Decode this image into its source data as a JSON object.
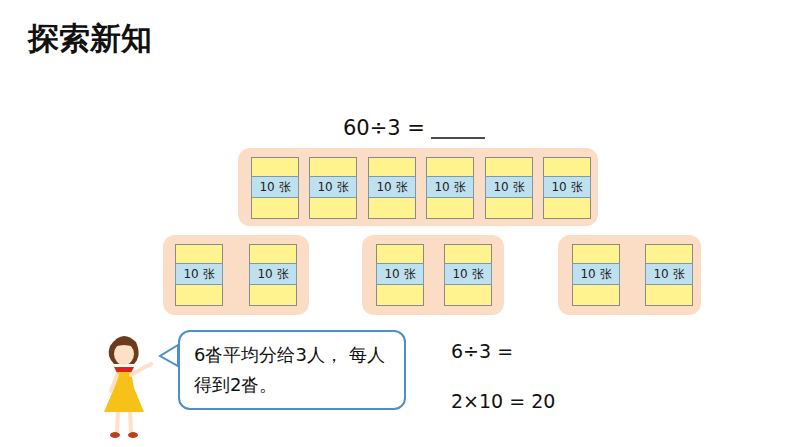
{
  "diagram": {
    "title": "探索新知",
    "nodes": [
      {
        "text": []
      },
      {
        "text": [
          "10 张"
        ],
        "in": 0
      },
      {
        "text": [
          "10 张"
        ],
        "in": 0
      },
      {
        "text": [
          "10 张"
        ],
        "in": 0
      },
      {
        "text": [
          "10 张"
        ],
        "in": 0
      },
      {
        "text": [
          "10 张"
        ],
        "in": 0
      },
      {
        "text": [
          "10 张"
        ],
        "in": 0
      },
      {
        "text": []
      },
      {
        "text": [
          "10 张"
        ],
        "in": 7
      },
      {
        "text": [
          "10 张"
        ],
        "in": 7
      },
      {
        "text": []
      },
      {
        "text": [
          "10 张"
        ],
        "in": 10
      },
      {
        "text": [
          "10 张"
        ],
        "in": 10
      },
      {
        "text": []
      },
      {
        "text": [
          "10 张"
        ],
        "in": 13
      },
      {
        "text": [
          "10 张"
        ],
        "in": 13
      },
      {
        "text": [
          "6沓平均分给3人， 每人得到2沓。"
        ]
      }
    ],
    "labels": [
      "60÷3 =",
      "6÷3 =",
      "2×10 = 20"
    ]
  }
}
